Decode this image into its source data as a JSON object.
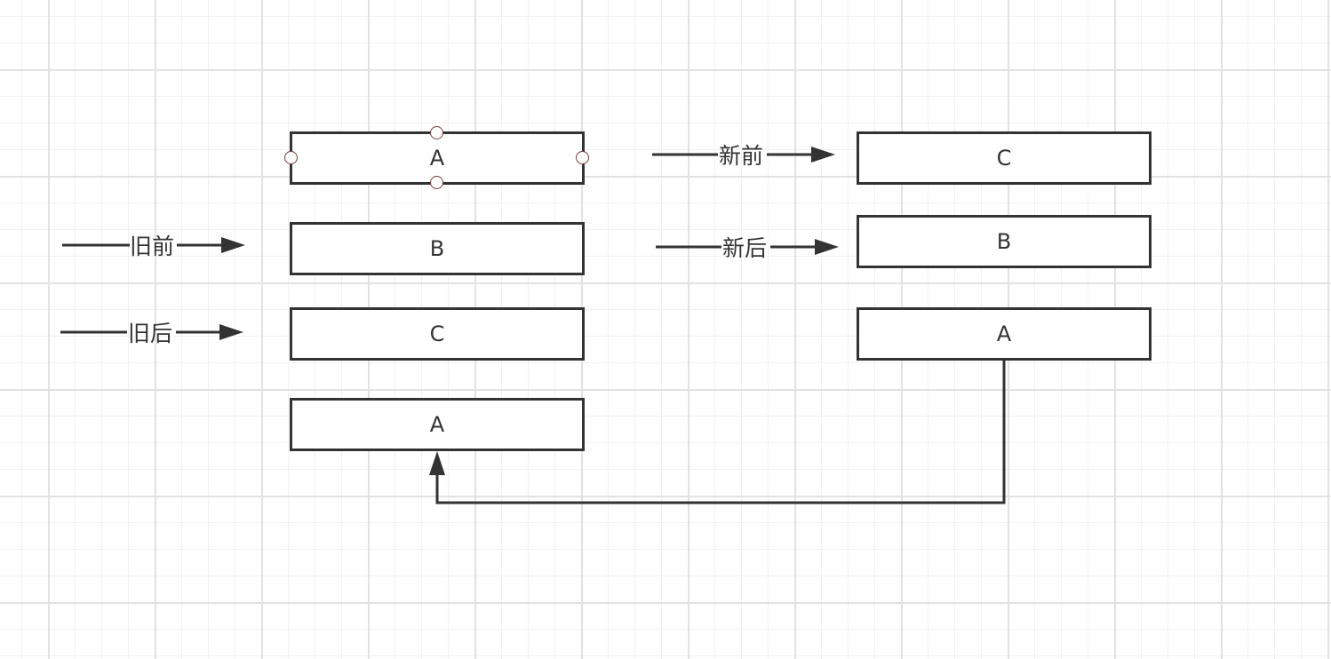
{
  "diagram": {
    "old_list": {
      "node_1": "A",
      "node_2": "B",
      "node_3": "C",
      "node_4": "A"
    },
    "new_list": {
      "node_1": "C",
      "node_2": "B",
      "node_3": "A"
    },
    "pointers": {
      "old_start": "旧前",
      "old_end": "旧后",
      "new_start": "新前",
      "new_end": "新后"
    }
  },
  "colors": {
    "stroke": "#333333",
    "handle_stroke": "#7a3b3b",
    "grid_major": "#e2e2e2",
    "grid_minor": "#f1f1f1"
  }
}
